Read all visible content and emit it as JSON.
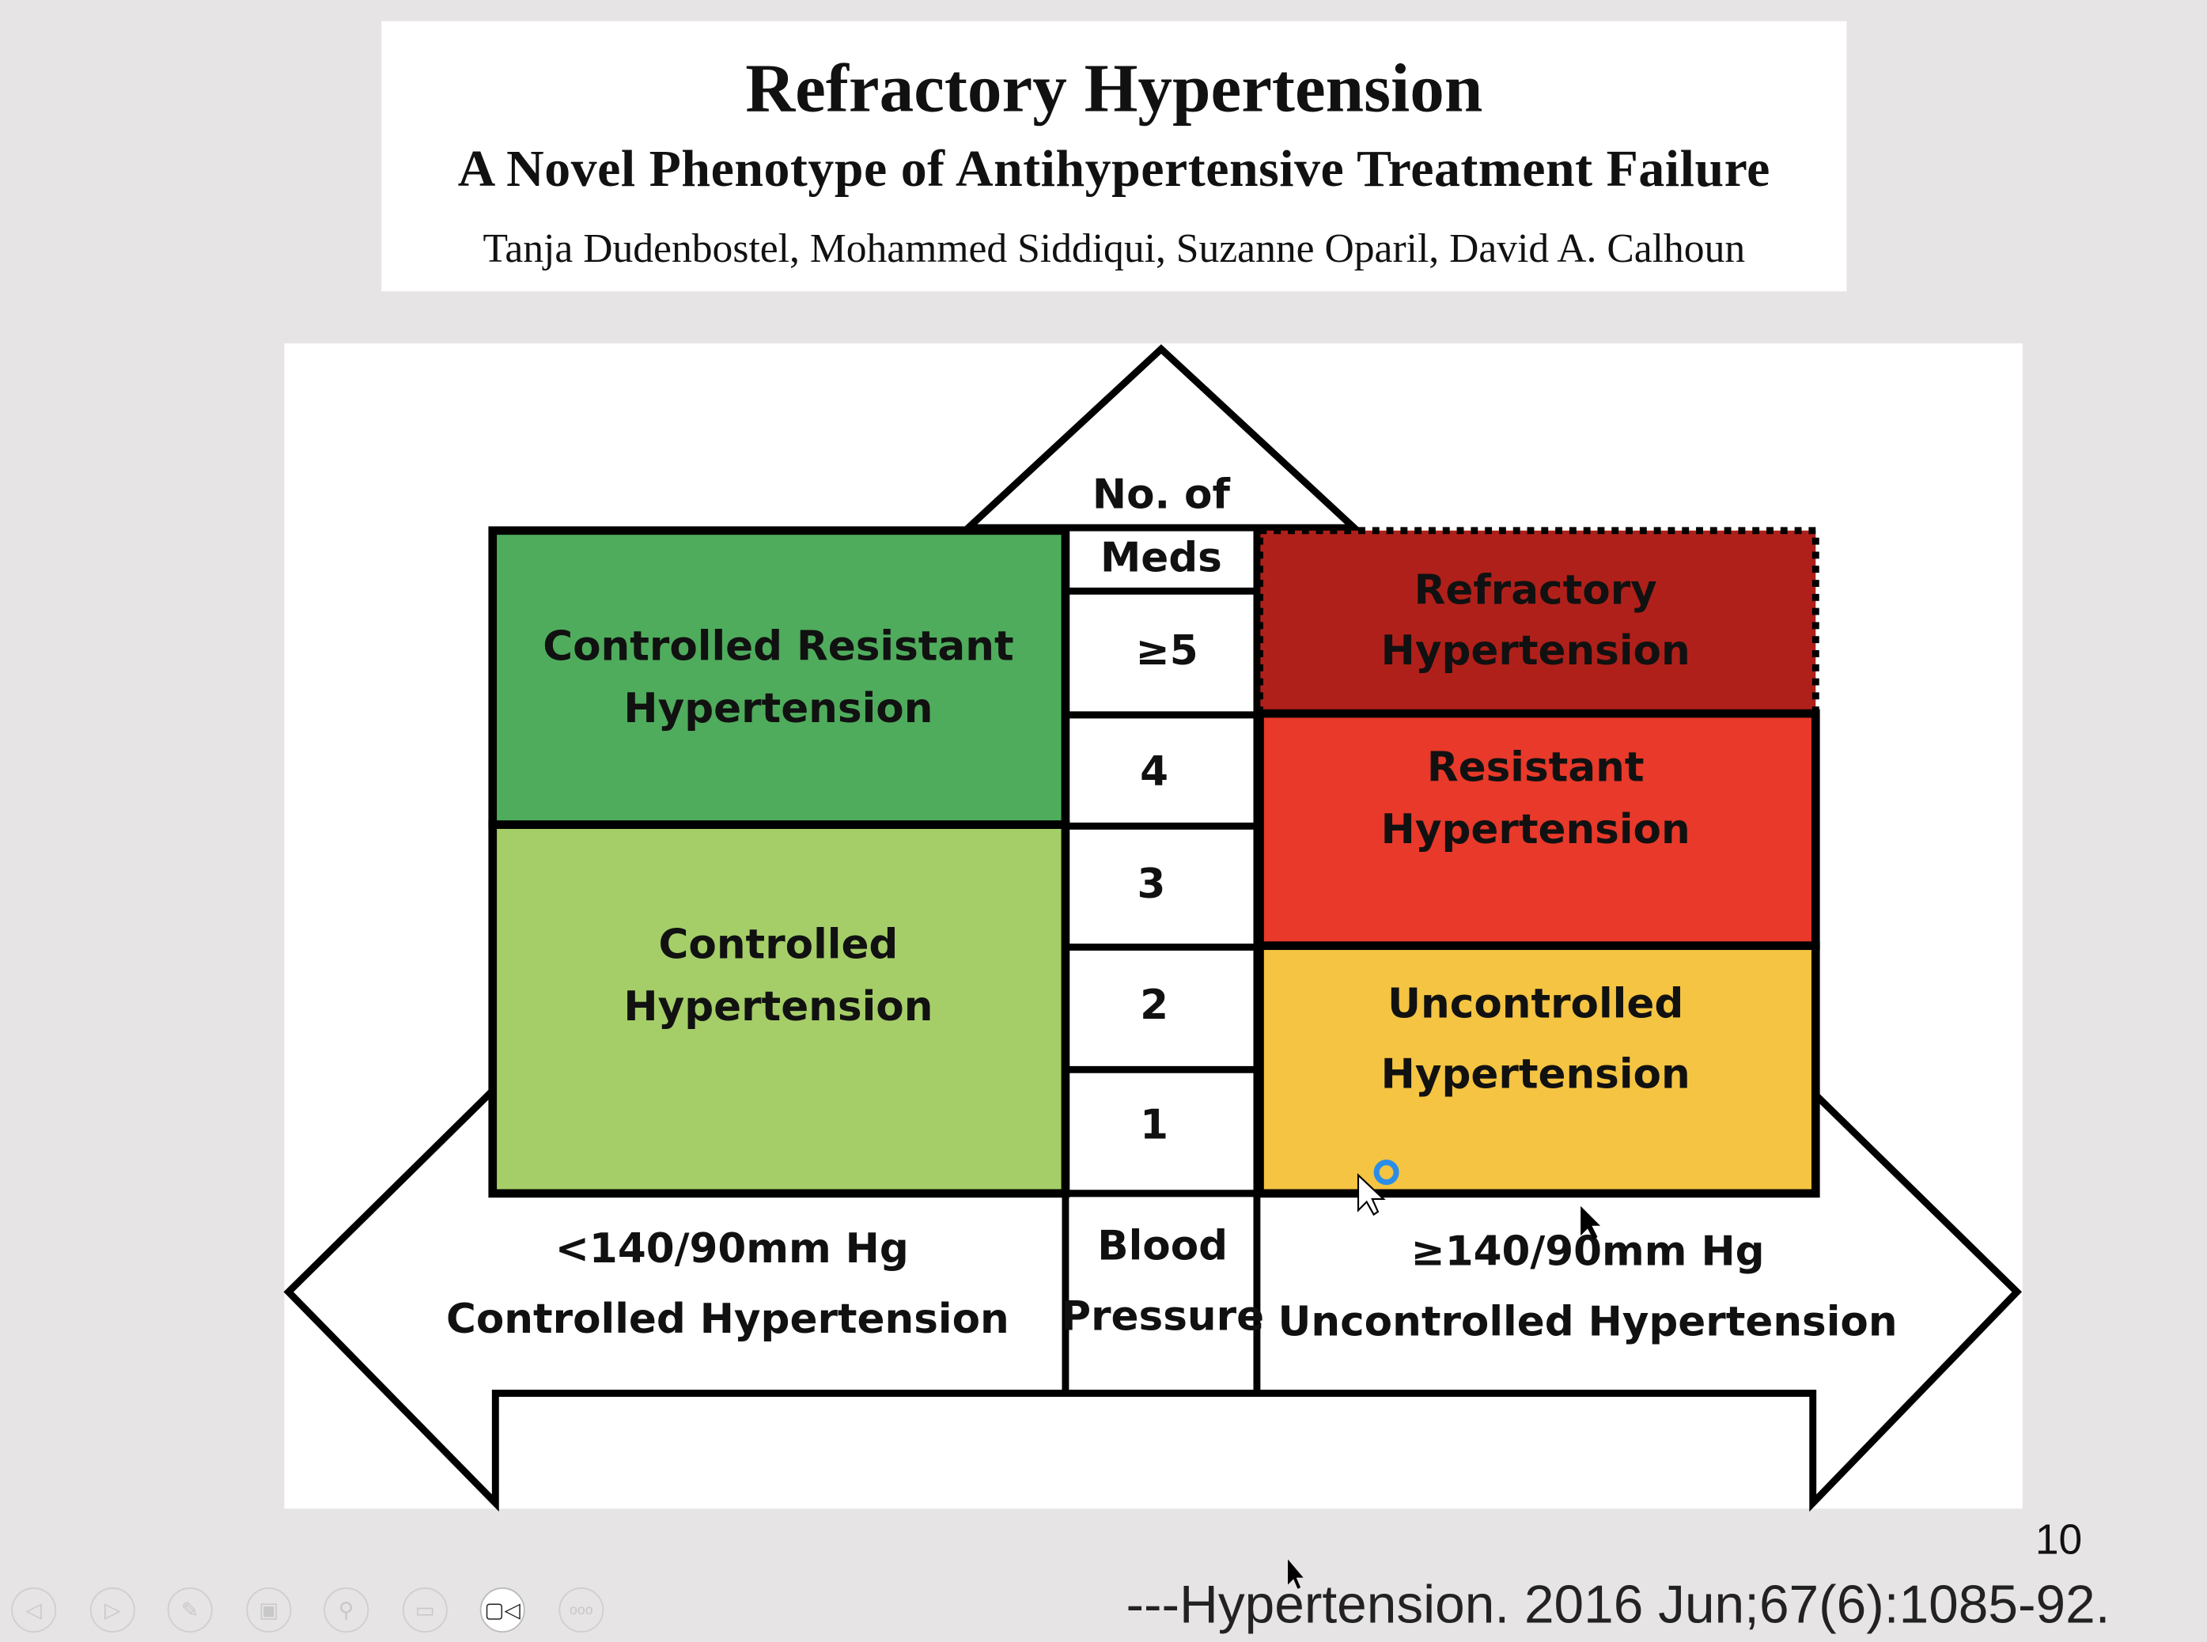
{
  "slide": {
    "title": "Refractory Hypertension",
    "subtitle": "A Novel Phenotype of Antihypertensive Treatment Failure",
    "authors": "Tanja Dudenbostel, Mohammed Siddiqui, Suzanne Oparil, David A. Calhoun",
    "page_number": "10",
    "citation": "---Hypertension. 2016 Jun;67(6):1085-92."
  },
  "diagram": {
    "meds_header": [
      "No. of",
      "Meds"
    ],
    "meds_levels": [
      "≥5",
      "4",
      "3",
      "2",
      "1"
    ],
    "bp_header": [
      "Blood",
      "Pressure"
    ],
    "left": {
      "controlled_resistant": [
        "Controlled Resistant",
        "Hypertension"
      ],
      "controlled": [
        "Controlled",
        "Hypertension"
      ],
      "bp": [
        "<140/90mm Hg",
        "Controlled Hypertension"
      ]
    },
    "right": {
      "refractory": [
        "Refractory",
        "Hypertension"
      ],
      "resistant": [
        "Resistant",
        "Hypertension"
      ],
      "uncontrolled": [
        "Uncontrolled",
        "Hypertension"
      ],
      "bp": [
        "≥140/90mm Hg",
        "Uncontrolled Hypertension"
      ]
    },
    "colors": {
      "controlled_resistant": "#4fac5c",
      "controlled": "#a5ce68",
      "refractory": "#b0201a",
      "resistant": "#e8392a",
      "uncontrolled": "#f4c442"
    }
  },
  "toolbar": {
    "icons": [
      "previous-icon",
      "next-icon",
      "pen-icon",
      "slides-icon",
      "zoom-icon",
      "subtitles-icon",
      "camera-icon",
      "more-icon"
    ],
    "active": "camera-icon"
  }
}
